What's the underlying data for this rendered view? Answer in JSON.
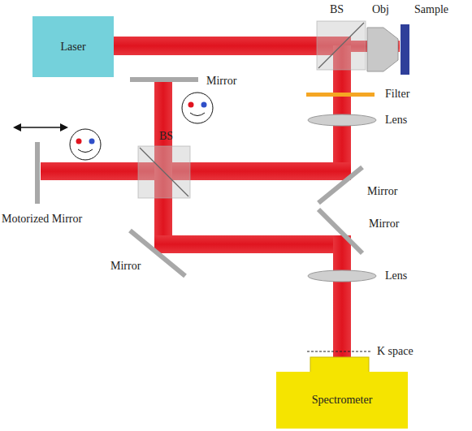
{
  "diagram": {
    "nodes": [
      {
        "text": [
          "Laser"
        ]
      },
      {
        "text": [
          "Spectrometer"
        ]
      }
    ],
    "labels": [
      "BS",
      "Obj",
      "Sample",
      "Mirror",
      "Filter",
      "Lens",
      "BS",
      "Motorized Mirror",
      "Mirror",
      "Mirror",
      "Mirror",
      "Lens",
      "K space"
    ]
  }
}
